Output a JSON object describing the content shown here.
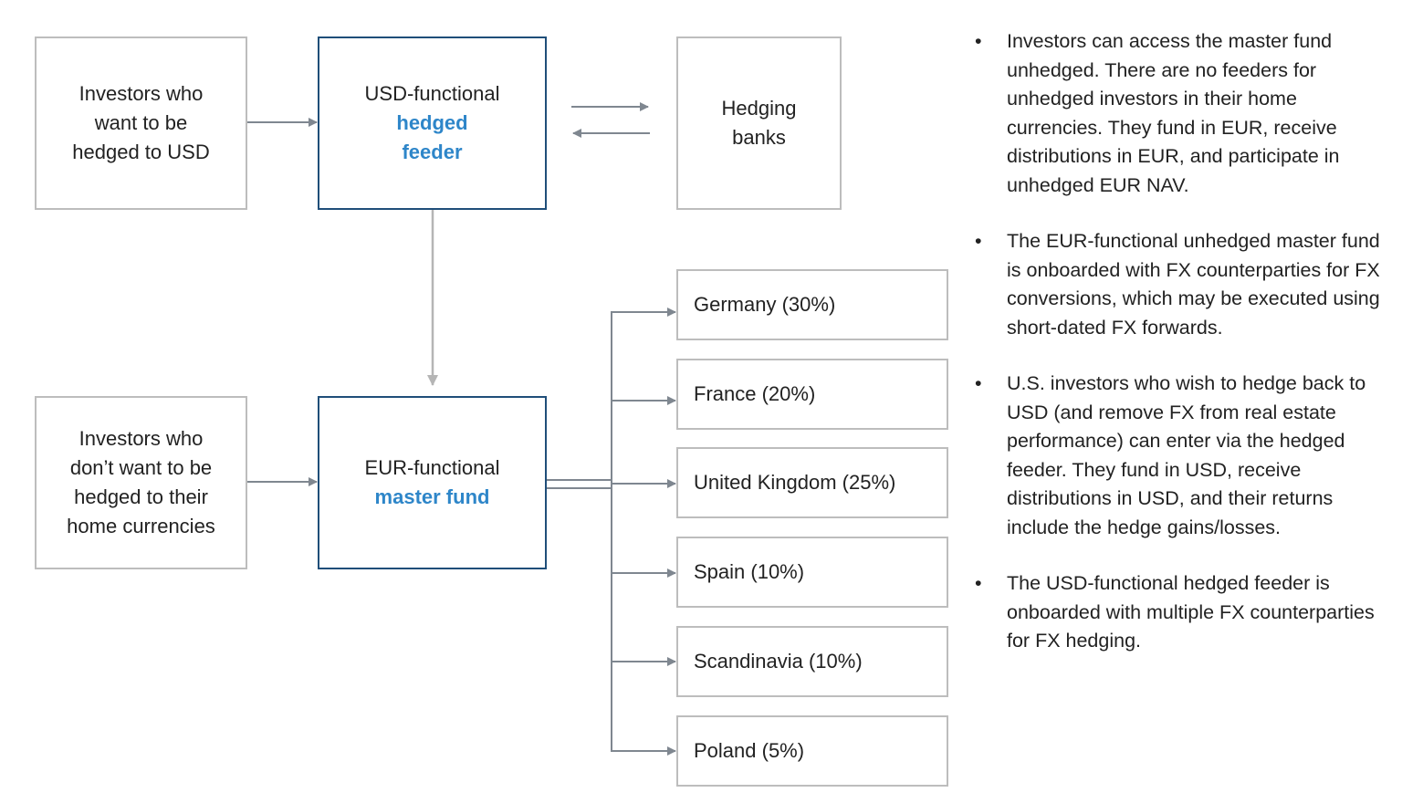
{
  "boxes": {
    "investors_hedged": {
      "lines": [
        "Investors who",
        "want to be",
        "hedged to USD"
      ]
    },
    "usd_feeder": {
      "line1": "USD-functional",
      "blue_lines": [
        "hedged",
        "feeder"
      ]
    },
    "hedging_banks": {
      "lines": [
        "Hedging",
        "banks"
      ]
    },
    "investors_unhedged": {
      "lines": [
        "Investors who",
        "don’t want to be",
        "hedged to their",
        "home currencies"
      ]
    },
    "eur_master": {
      "line1": "EUR-functional",
      "blue_lines": [
        "master fund"
      ]
    }
  },
  "countries": [
    {
      "label": "Germany (30%)"
    },
    {
      "label": "France (20%)"
    },
    {
      "label": "United Kingdom (25%)"
    },
    {
      "label": "Spain (10%)"
    },
    {
      "label": "Scandinavia (10%)"
    },
    {
      "label": "Poland (5%)"
    }
  ],
  "notes": {
    "bullet": "•",
    "items": [
      {
        "text": "Investors can access the master fund unhedged. There are no feeders for unhedged investors in their home currencies. They fund in EUR, receive distributions in EUR, and participate in unhedged EUR NAV."
      },
      {
        "text": "The EUR-functional unhedged master fund is onboarded with FX counterparties for FX conversions, which may be executed using short-dated FX forwards."
      },
      {
        "text": "U.S. investors who wish to hedge back to USD (and remove FX from real estate performance) can enter via the hedged feeder. They fund in USD, receive distributions in USD, and their returns include the hedge gains/losses."
      },
      {
        "text": "The USD-functional hedged feeder is onboarded with multiple FX counterparties for FX hedging."
      }
    ]
  },
  "colors": {
    "box_border": "#bdbdbd",
    "feeder_border": "#1f4e79",
    "accent_blue": "#2e86c9",
    "arrow": "#7f8790"
  }
}
